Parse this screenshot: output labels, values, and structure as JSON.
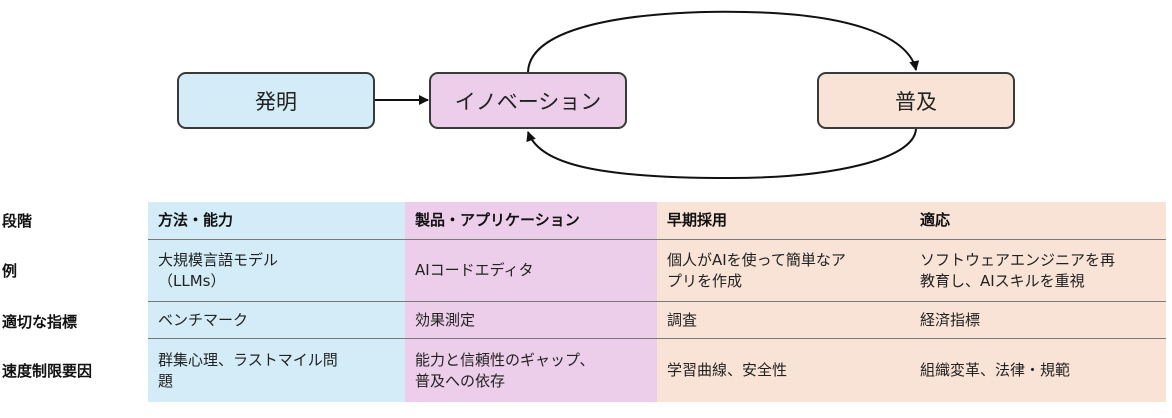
{
  "diagram": {
    "nodes": [
      {
        "id": "invention",
        "label": "発明",
        "color": "#d3ecf7"
      },
      {
        "id": "innovation",
        "label": "イノベーション",
        "color": "#eccdea"
      },
      {
        "id": "diffusion",
        "label": "普及",
        "color": "#f8e3d6"
      }
    ],
    "edges": [
      {
        "from": "invention",
        "to": "innovation"
      },
      {
        "from": "innovation",
        "to": "diffusion"
      },
      {
        "from": "diffusion",
        "to": "innovation"
      }
    ]
  },
  "table": {
    "row_labels": [
      "段階",
      "例",
      "適切な指標",
      "速度制限要因"
    ],
    "columns": [
      {
        "color": "#d3ecf7",
        "cells": [
          "方法・能力",
          "大規模言語モデル\n（LLMs）",
          "ベンチマーク",
          "群集心理、ラストマイル問\n題"
        ]
      },
      {
        "color": "#eccdea",
        "cells": [
          "製品・アプリケーション",
          "AIコードエディタ",
          "効果測定",
          "能力と信頼性のギャップ、\n普及への依存"
        ]
      },
      {
        "color": "#f8e3d6",
        "cells": [
          "早期採用",
          "個人がAIを使って簡単なア\nプリを作成",
          "調査",
          "学習曲線、安全性"
        ]
      },
      {
        "color": "#f8e3d6",
        "cells": [
          "適応",
          "ソフトウェアエンジニアを再\n教育し、AIスキルを重視",
          "経済指標",
          "組織変革、法律・規範"
        ]
      }
    ]
  }
}
